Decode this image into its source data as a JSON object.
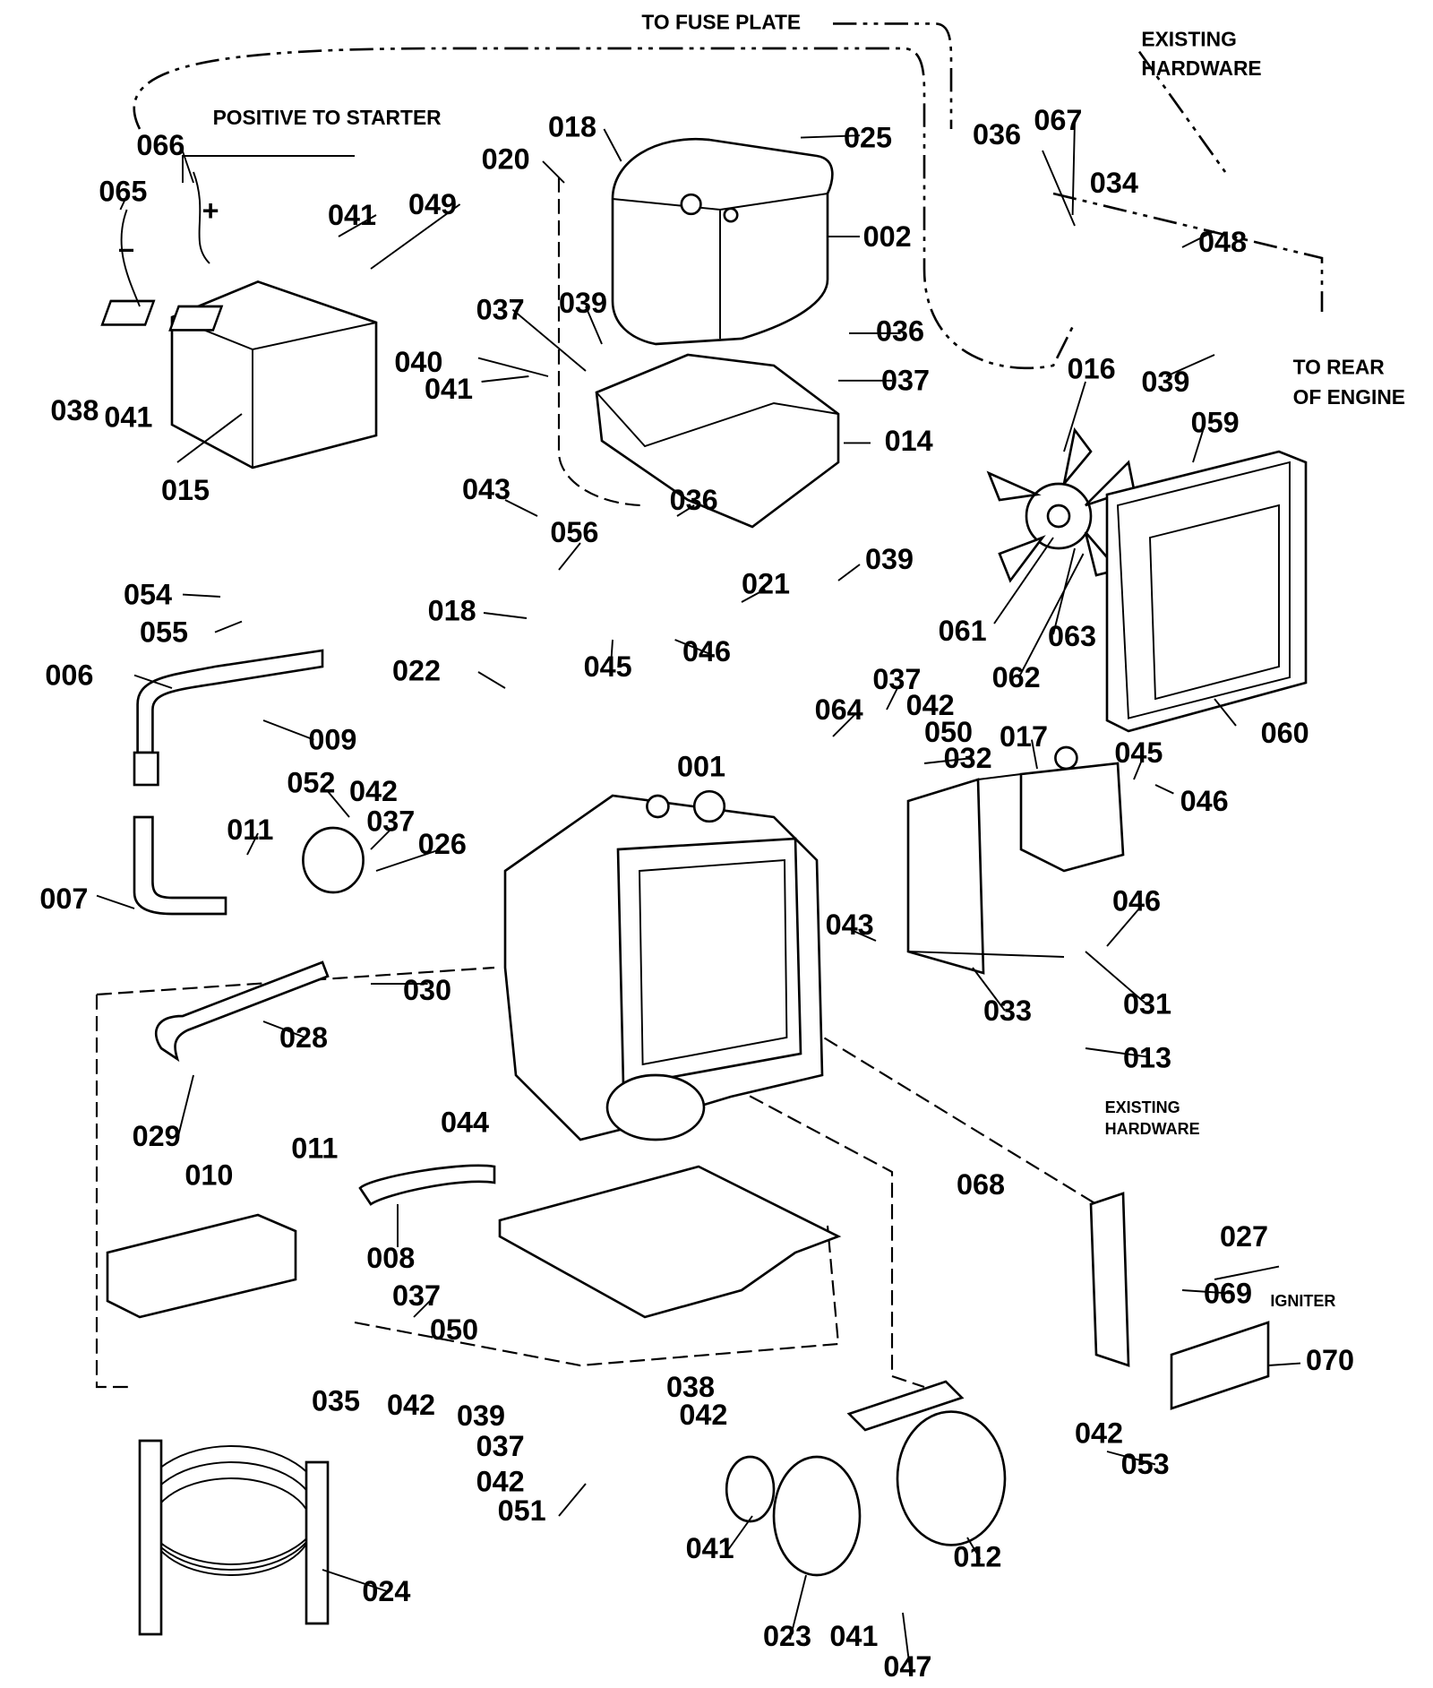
{
  "notes": {
    "to_fuse_plate": "TO FUSE PLATE",
    "existing_hardware_top_1": "EXISTING",
    "existing_hardware_top_2": "HARDWARE",
    "positive_to_starter": "POSITIVE TO STARTER",
    "to_rear_1": "TO REAR",
    "to_rear_2": "OF ENGINE",
    "existing_hardware_low_1": "EXISTING",
    "existing_hardware_low_2": "HARDWARE",
    "igniter": "IGNITER",
    "plus": "+",
    "minus": "–"
  },
  "part_labels": [
    "066",
    "065",
    "041",
    "049",
    "018",
    "020",
    "025",
    "002",
    "036",
    "067",
    "034",
    "048",
    "039",
    "037",
    "039",
    "040",
    "041",
    "036",
    "037",
    "014",
    "038",
    "041",
    "015",
    "016",
    "059",
    "043",
    "056",
    "036",
    "039",
    "021",
    "054",
    "055",
    "018",
    "045",
    "046",
    "022",
    "006",
    "009",
    "061",
    "063",
    "062",
    "060",
    "064",
    "037",
    "042",
    "050",
    "032",
    "017",
    "045",
    "046",
    "001",
    "052",
    "042",
    "037",
    "011",
    "026",
    "007",
    "043",
    "046",
    "030",
    "033",
    "031",
    "028",
    "013",
    "029",
    "044",
    "011",
    "010",
    "068",
    "027",
    "008",
    "037",
    "069",
    "050",
    "070",
    "035",
    "042",
    "038",
    "039",
    "042",
    "037",
    "042",
    "042",
    "053",
    "051",
    "041",
    "012",
    "024",
    "023",
    "041",
    "047"
  ]
}
